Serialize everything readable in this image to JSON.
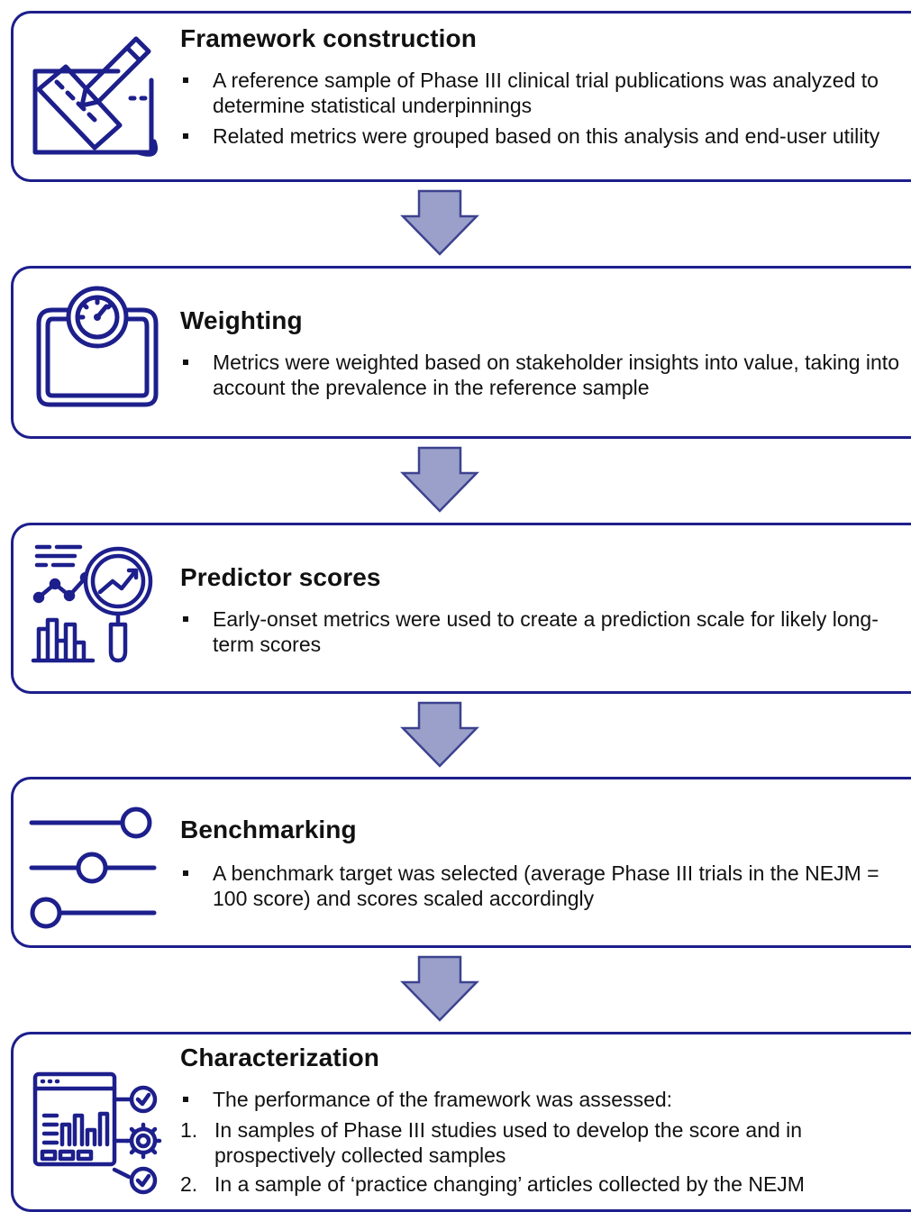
{
  "colors": {
    "border": "#1d1f8c",
    "arrow_fill": "#9aa0c9",
    "arrow_stroke": "#3c428f"
  },
  "steps": [
    {
      "icon": "pencil-ruler-icon",
      "title": "Framework construction",
      "bullets": [
        "A reference sample of Phase III clinical trial publications was analyzed to determine statistical underpinnings",
        "Related metrics were grouped based on this analysis and end-user utility"
      ]
    },
    {
      "icon": "weighing-scale-icon",
      "title": "Weighting",
      "bullets": [
        "Metrics were weighted based on stakeholder insights into value, taking into account the prevalence in the reference sample"
      ]
    },
    {
      "icon": "analytics-magnifier-icon",
      "title": "Predictor scores",
      "bullets": [
        "Early-onset metrics were used to create a prediction scale for likely long-term scores"
      ]
    },
    {
      "icon": "slider-controls-icon",
      "title": "Benchmarking",
      "bullets": [
        "A benchmark target was selected (average Phase III trials in the NEJM = 100 score) and scores scaled accordingly"
      ]
    },
    {
      "icon": "dashboard-settings-icon",
      "title": "Characterization",
      "bullets": [
        "The performance of the framework was assessed:"
      ],
      "numbered": [
        {
          "num": "1.",
          "text": "In samples of Phase III studies used to develop the score and in prospectively collected samples"
        },
        {
          "num": "2.",
          "text": "In a sample of ‘practice changing’ articles collected by the NEJM"
        }
      ]
    }
  ]
}
